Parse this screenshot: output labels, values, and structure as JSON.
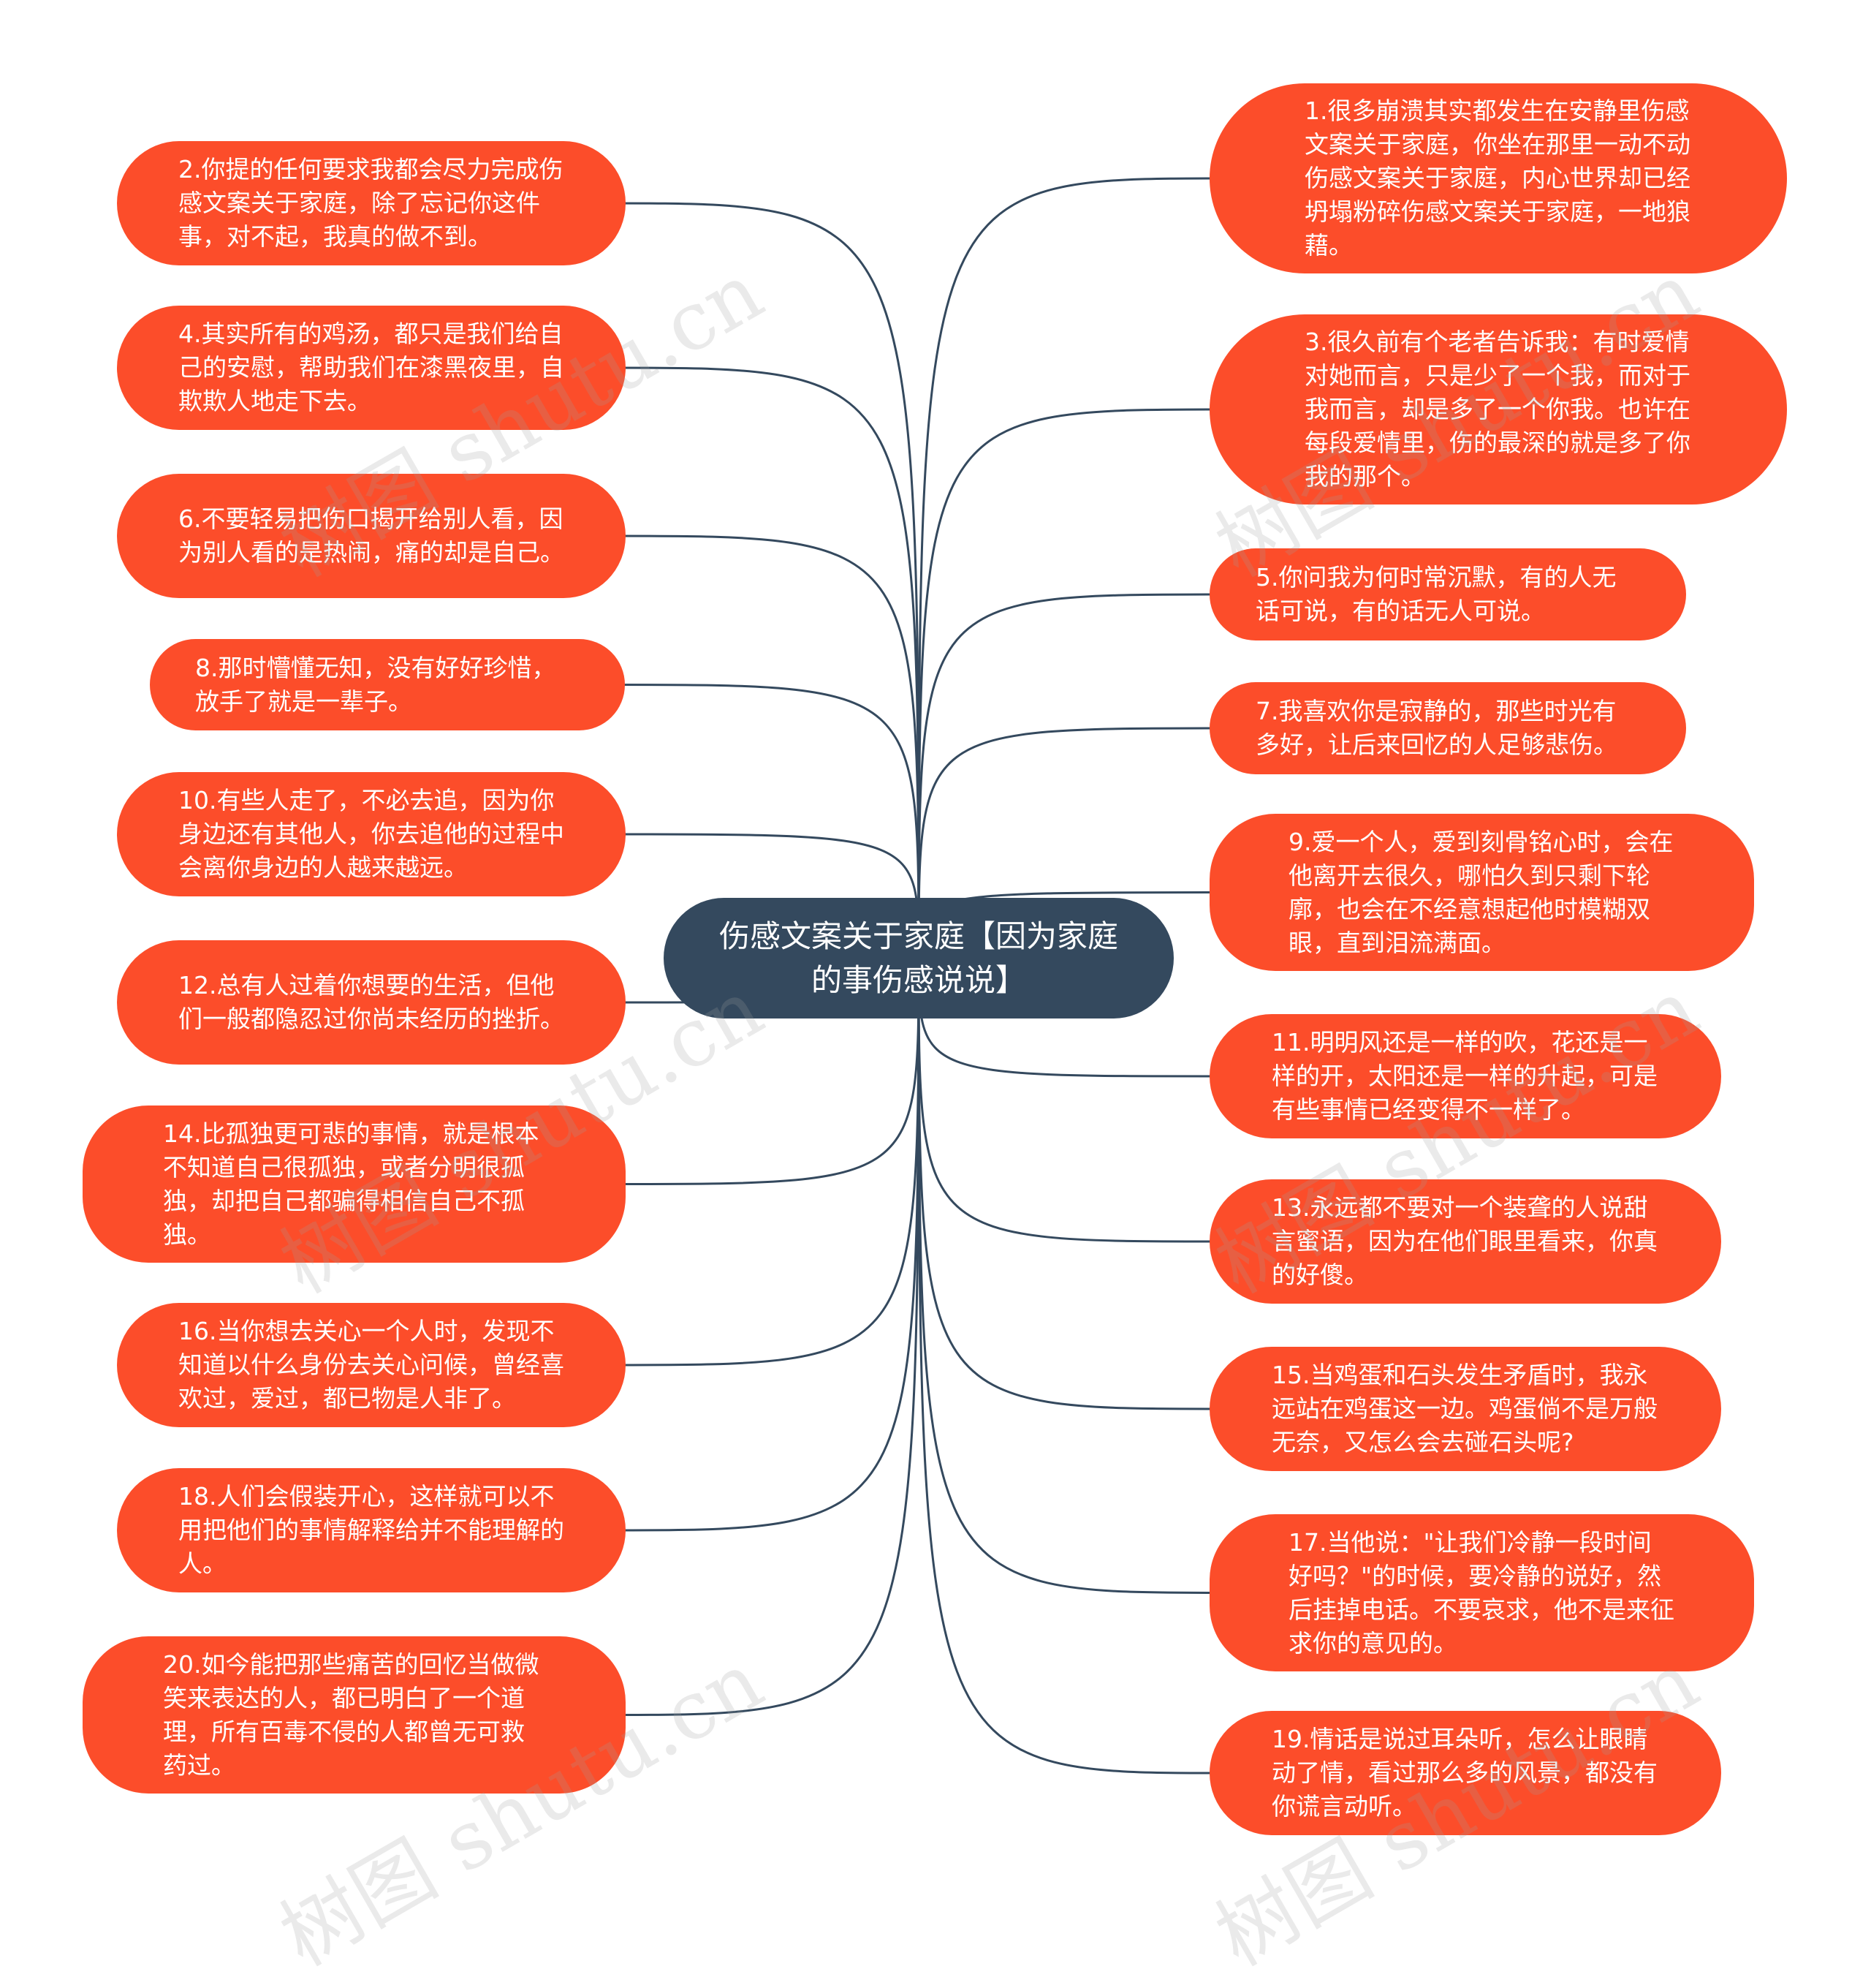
{
  "center": {
    "label": "伤感文案关于家庭【因为家庭的事伤感说说】"
  },
  "left_nodes": [
    {
      "id": "n2",
      "label": "2.你提的任何要求我都会尽力完成伤感文案关于家庭，除了忘记你这件事，对不起，我真的做不到。"
    },
    {
      "id": "n4",
      "label": "4.其实所有的鸡汤，都只是我们给自己的安慰，帮助我们在漆黑夜里，自欺欺人地走下去。"
    },
    {
      "id": "n6",
      "label": "6.不要轻易把伤口揭开给别人看，因为别人看的是热闹，痛的却是自己。"
    },
    {
      "id": "n8",
      "label": "8.那时懵懂无知，没有好好珍惜，放手了就是一辈子。"
    },
    {
      "id": "n10",
      "label": "10.有些人走了，不必去追，因为你身边还有其他人，你去追他的过程中会离你身边的人越来越远。"
    },
    {
      "id": "n12",
      "label": "12.总有人过着你想要的生活，但他们一般都隐忍过你尚未经历的挫折。"
    },
    {
      "id": "n14",
      "label": "14.比孤独更可悲的事情，就是根本不知道自己很孤独，或者分明很孤独，却把自己都骗得相信自己不孤独。"
    },
    {
      "id": "n16",
      "label": "16.当你想去关心一个人时，发现不知道以什么身份去关心问候，曾经喜欢过，爱过，都已物是人非了。"
    },
    {
      "id": "n18",
      "label": "18.人们会假装开心，这样就可以不用把他们的事情解释给并不能理解的人。"
    },
    {
      "id": "n20",
      "label": "20.如今能把那些痛苦的回忆当做微笑来表达的人，都已明白了一个道理，所有百毒不侵的人都曾无可救药过。"
    }
  ],
  "right_nodes": [
    {
      "id": "n1",
      "label": "1.很多崩溃其实都发生在安静里伤感文案关于家庭，你坐在那里一动不动伤感文案关于家庭，内心世界却已经坍塌粉碎伤感文案关于家庭，一地狼藉。"
    },
    {
      "id": "n3",
      "label": "3.很久前有个老者告诉我：有时爱情对她而言，只是少了一个我，而对于我而言，却是多了一个你我。也许在每段爱情里，伤的最深的就是多了你我的那个。"
    },
    {
      "id": "n5",
      "label": "5.你问我为何时常沉默，有的人无话可说，有的话无人可说。"
    },
    {
      "id": "n7",
      "label": "7.我喜欢你是寂静的，那些时光有多好，让后来回忆的人足够悲伤。"
    },
    {
      "id": "n9",
      "label": "9.爱一个人，爱到刻骨铭心时，会在他离开去很久，哪怕久到只剩下轮廓，也会在不经意想起他时模糊双眼，直到泪流满面。"
    },
    {
      "id": "n11",
      "label": "11.明明风还是一样的吹，花还是一样的开，太阳还是一样的升起，可是有些事情已经变得不一样了。"
    },
    {
      "id": "n13",
      "label": "13.永远都不要对一个装聋的人说甜言蜜语，因为在他们眼里看来，你真的好傻。"
    },
    {
      "id": "n15",
      "label": "15.当鸡蛋和石头发生矛盾时，我永远站在鸡蛋这一边。鸡蛋倘不是万般无奈，又怎么会去碰石头呢?"
    },
    {
      "id": "n17",
      "label": "17.当他说：\"让我们冷静一段时间好吗？\"的时候，要冷静的说好，然后挂掉电话。不要哀求，他不是来征求你的意见的。"
    },
    {
      "id": "n19",
      "label": "19.情话是说过耳朵听，怎么让眼睛动了情，看过那么多的风景，都没有你谎言动听。"
    }
  ],
  "watermark": {
    "text": "树图 shutu.cn"
  },
  "colors": {
    "node_bg": "#fc4d2a",
    "center_bg": "#34495e",
    "edge": "#34495e",
    "text": "#ffffff"
  }
}
